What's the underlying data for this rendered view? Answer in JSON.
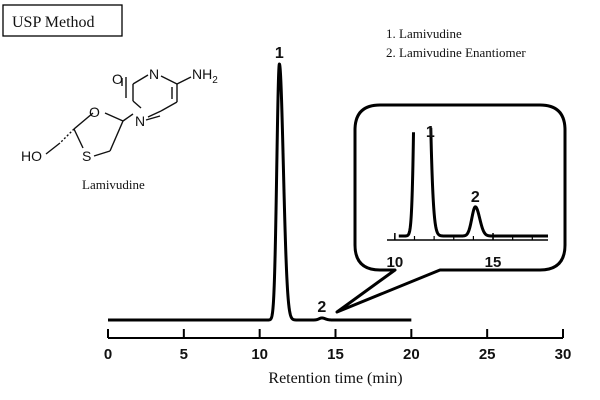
{
  "method_label": "USP Method",
  "legend": [
    "1. Lamivudine",
    "2. Lamivudine Enantiomer"
  ],
  "molecule": {
    "name": "Lamivudine",
    "atoms": {
      "O": "O",
      "N": "N",
      "NH2": "NH",
      "NH2_sub": "2",
      "HO": "HO",
      "S": "S"
    }
  },
  "colors": {
    "trace": "#000000",
    "text": "#111111"
  },
  "chart_data": [
    {
      "type": "line",
      "title": "",
      "xlabel": "Retention time (min)",
      "ylabel": "",
      "xlim": [
        0,
        30
      ],
      "xticks": [
        0,
        5,
        10,
        15,
        20,
        25,
        30
      ],
      "xtick_labels": [
        "0",
        "5",
        "10",
        "15",
        "20",
        "25",
        "30"
      ],
      "yaxis_visible": false,
      "grid": false,
      "trace_x_range": [
        0,
        20
      ],
      "peaks": [
        {
          "label": "1",
          "name": "Lamivudine",
          "retention_time": 11.3,
          "relative_height": 1.0
        },
        {
          "label": "2",
          "name": "Lamivudine Enantiomer",
          "retention_time": 14.1,
          "relative_height": 0.008
        }
      ]
    },
    {
      "type": "line",
      "role": "inset",
      "title": "",
      "xlim": [
        9.6,
        17.8
      ],
      "xticks": [
        10,
        15
      ],
      "xtick_labels": [
        "10",
        "15"
      ],
      "yaxis_visible": false,
      "peaks": [
        {
          "label": "1",
          "retention_time": 11.3,
          "off_scale": true
        },
        {
          "label": "2",
          "retention_time": 14.1,
          "relative_height": 0.27
        }
      ]
    }
  ]
}
